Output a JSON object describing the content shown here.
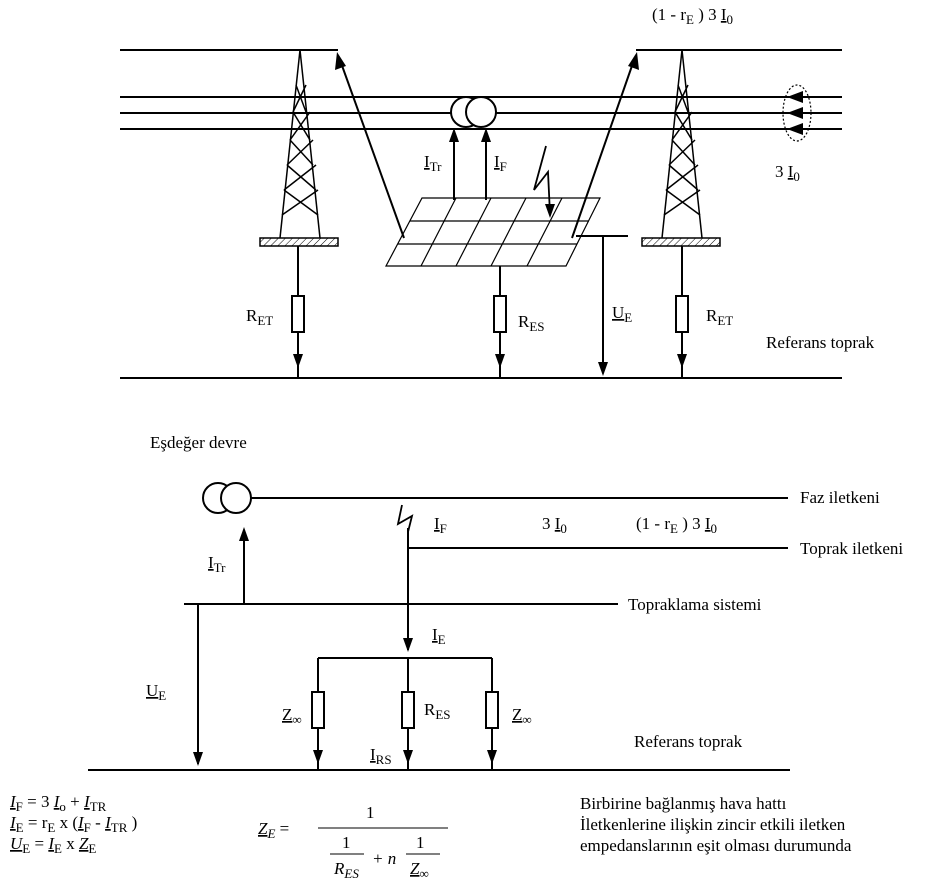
{
  "top": {
    "current_top": "(1 - r",
    "current_top_sub": "E",
    "current_top_tail": ") 3",
    "current_top_I": "I",
    "current_top_I_sub": "0",
    "zero_seq": "3",
    "zero_seq_I": "I",
    "zero_seq_sub": "0",
    "i_tr": "I",
    "i_tr_sub": "Tr",
    "i_f": "I",
    "i_f_sub": "F",
    "r_et": "R",
    "r_et_sub": "ET",
    "r_es": "R",
    "r_es_sub": "ES",
    "u_e": "U",
    "u_e_sub": "E",
    "ref_ground": "Referans toprak"
  },
  "equivalent": {
    "title": "Eşdeğer devre",
    "phase_conductor": "Faz iletkeni",
    "earth_conductor": "Toprak iletkeni",
    "earthing_system": "Topraklama sistemi",
    "ref_ground": "Referans toprak",
    "i_f": "I",
    "i_f_sub": "F",
    "three_i0": "3",
    "i0_I": "I",
    "i0_sub": "0",
    "ret_part1": "(1 - r",
    "ret_sub": "E",
    "ret_part2": ") 3",
    "ret_I": "I",
    "ret_I_sub": "0",
    "i_tr": "I",
    "i_tr_sub": "Tr",
    "i_e": "I",
    "i_e_sub": "E",
    "u_e": "U",
    "u_e_sub": "E",
    "z_inf": "Z",
    "z_inf_sub": "∞",
    "r_es": "R",
    "r_es_sub": "ES",
    "i_rs": "I",
    "i_rs_sub": "RS"
  },
  "formulas": {
    "f1_lhs": "I",
    "f1_lhs_sub": "F",
    "f1_rhs": "= 3",
    "f1_i": "I",
    "f1_i_sub": "o",
    "f1_plus": "+",
    "f1_itr": "I",
    "f1_itr_sub": "TR",
    "f2_lhs": "I",
    "f2_lhs_sub": "E",
    "f2_rhs": "= r",
    "f2_r_sub": "E",
    "f2_x": "x  (",
    "f2_if": "I",
    "f2_if_sub": "F",
    "f2_minus": "-",
    "f2_itr": "I",
    "f2_itr_sub": "TR",
    "f2_close": ")",
    "f3_lhs": "U",
    "f3_lhs_sub": "E",
    "f3_eq": "=",
    "f3_ie": "I",
    "f3_ie_sub": "E",
    "f3_x": "x",
    "f3_ze": "Z",
    "f3_ze_sub": "E",
    "ze_lhs": "Z",
    "ze_lhs_sub": "E",
    "ze_eq": "=",
    "ze_num": "1",
    "ze_one_a": "1",
    "ze_r": "R",
    "ze_r_sub": "ES",
    "ze_plus_n": "+ n",
    "ze_one_b": "1",
    "ze_z": "Z",
    "ze_z_sub": "∞"
  },
  "notes": {
    "line1": "Birbirine bağlanmış hava hattı",
    "line2": "İletkenlerine ilişkin  zincir etkili iletken",
    "line3": "empedanslarının eşit olması durumunda"
  }
}
